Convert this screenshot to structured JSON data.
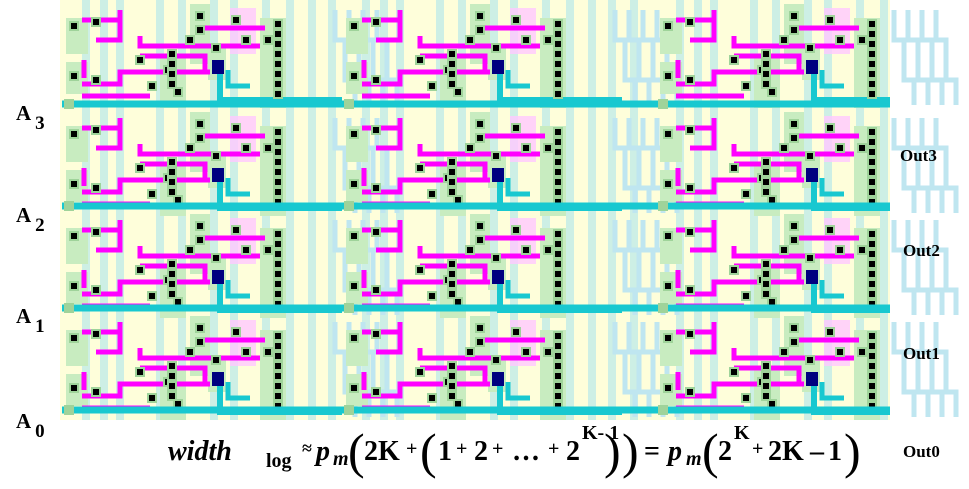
{
  "input_labels": [
    {
      "letter": "A",
      "index": "3"
    },
    {
      "letter": "A",
      "index": "2"
    },
    {
      "letter": "A",
      "index": "1"
    },
    {
      "letter": "A",
      "index": "0"
    }
  ],
  "output_labels": [
    "Out3",
    "Out2",
    "Out1",
    "Out0"
  ],
  "formula": {
    "lhs_word": "width",
    "lhs_sub": "log",
    "approx": "≈",
    "pm": "p",
    "pm_sub": "m",
    "two_k": "2K",
    "plus": "+",
    "one": "1",
    "two": "2",
    "dots": "…",
    "pow_base": "2",
    "pow_exp_km1": "K- 1",
    "equals": "=",
    "pow_exp_k": "K",
    "minus": "–"
  },
  "colors": {
    "background": "#fefeda",
    "diffusion": "#c8ecc0",
    "diffusion_dark": "#9fd39a",
    "poly_light": "#b8e8ea",
    "metal1": "#ff00ff",
    "metal1_light": "#ffc8ff",
    "metal2": "#18c8d0",
    "contact": "#000000",
    "via": "#000080",
    "outline": "#000000"
  }
}
